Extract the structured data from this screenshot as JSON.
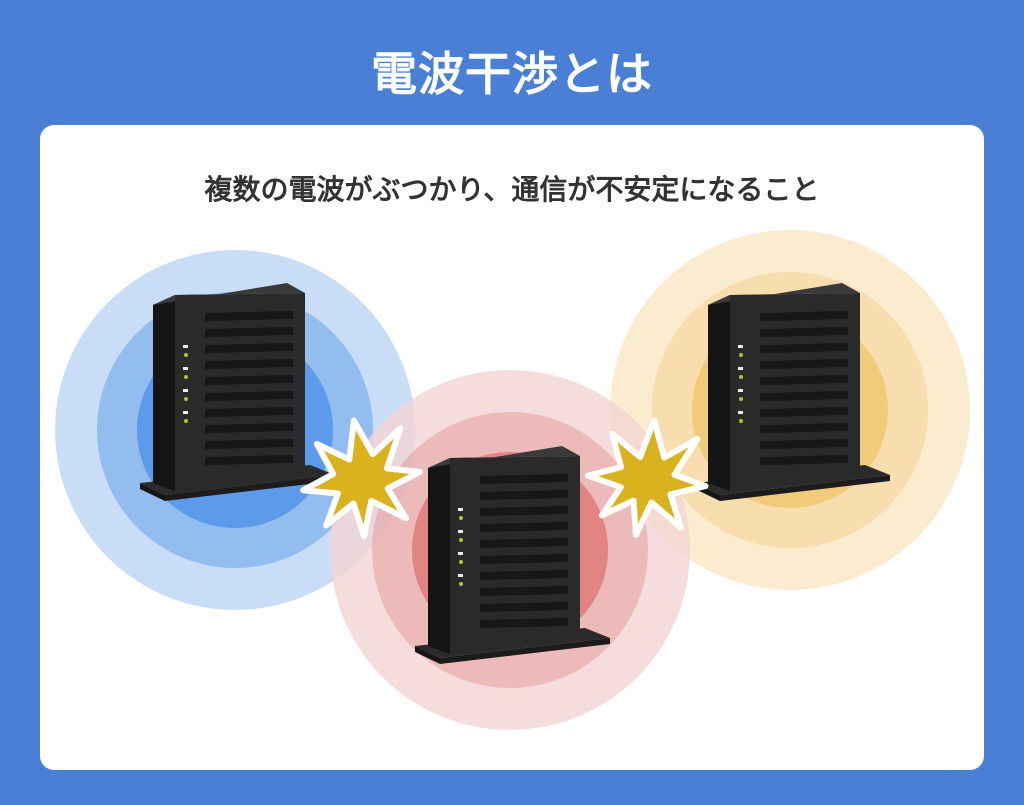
{
  "title": "電波干渉とは",
  "subtitle": "複数の電波がぶつかり、通信が不安定になること",
  "colors": {
    "background": "#4A7FD6",
    "card": "#FFFFFF",
    "wave_blue": "#5B9BEA",
    "wave_red": "#E07A7A",
    "wave_yellow": "#F2CB7A",
    "collision": "#D9B21E"
  },
  "routers": [
    {
      "name": "router-left",
      "wave_color": "blue"
    },
    {
      "name": "router-center",
      "wave_color": "red"
    },
    {
      "name": "router-right",
      "wave_color": "yellow"
    }
  ],
  "collisions": [
    {
      "name": "collision-left",
      "icon": "burst-icon"
    },
    {
      "name": "collision-right",
      "icon": "burst-icon"
    }
  ]
}
